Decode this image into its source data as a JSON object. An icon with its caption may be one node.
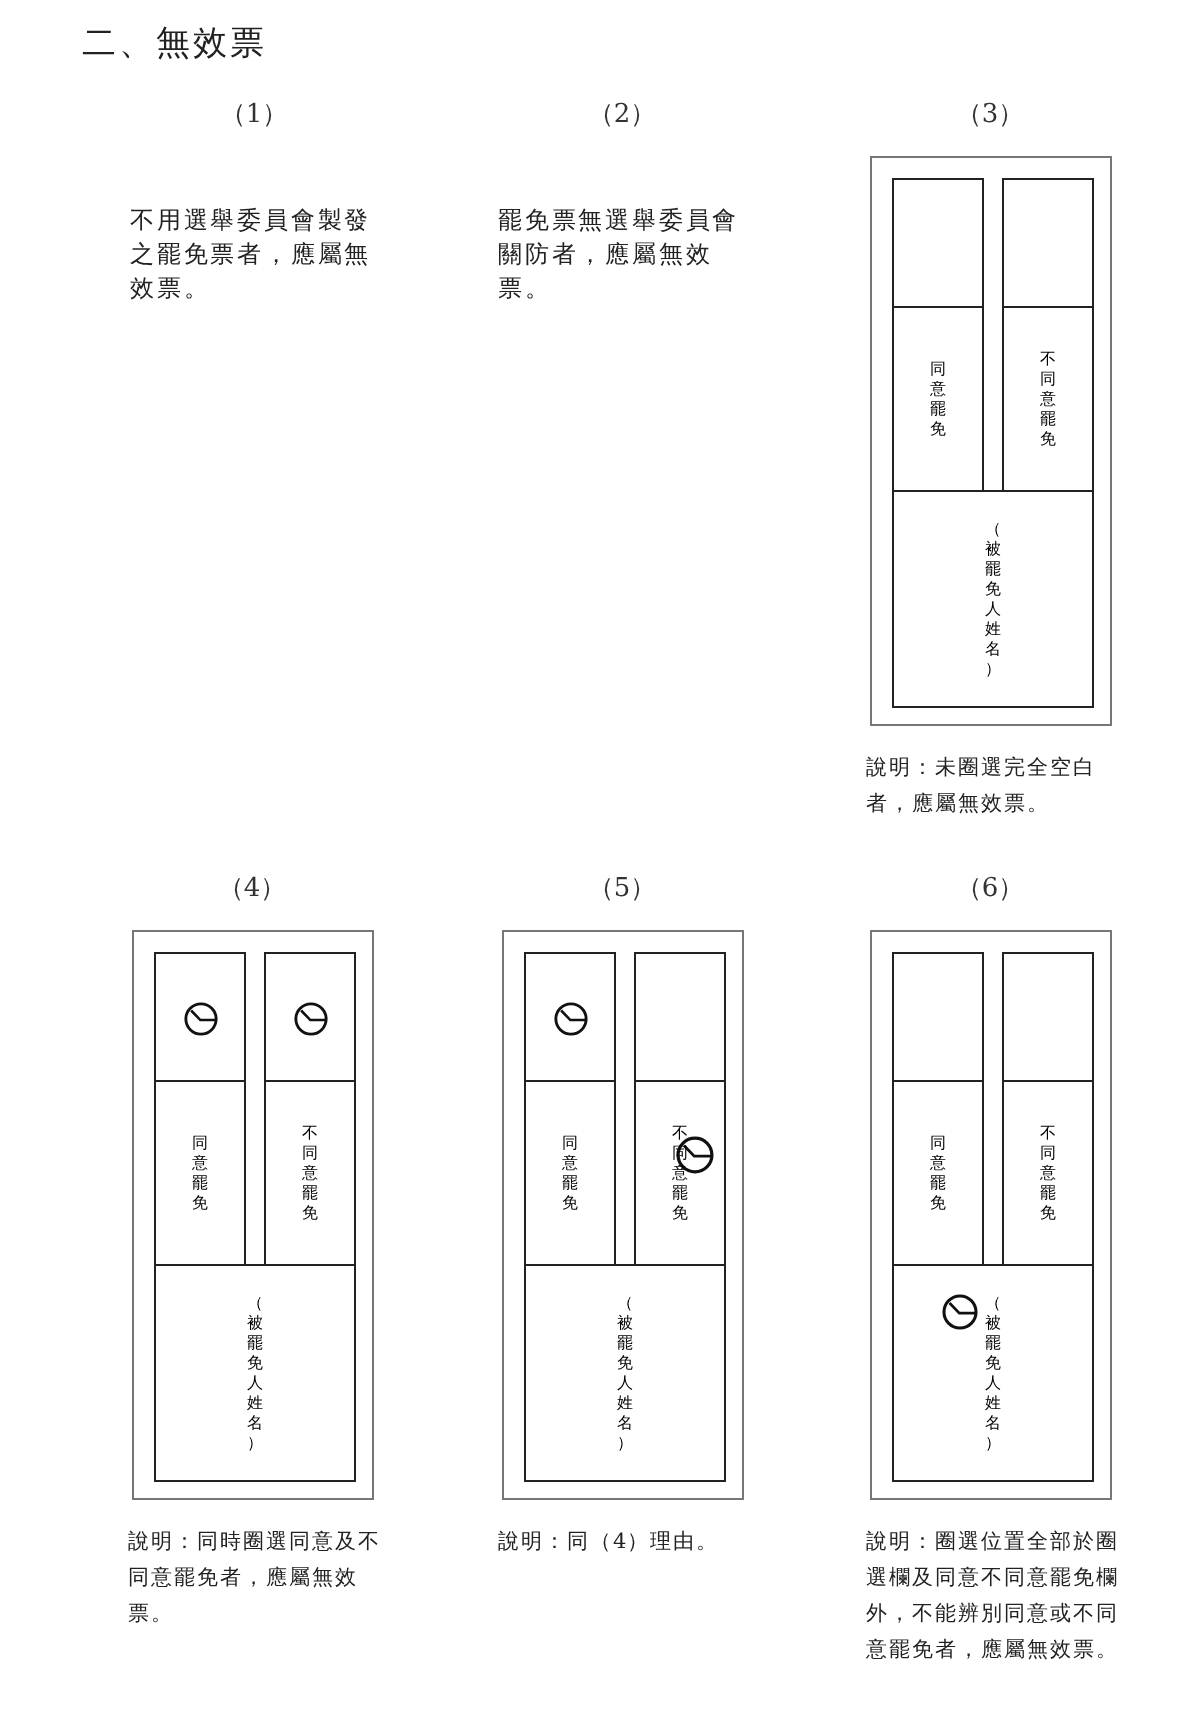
{
  "diagram": {
    "title": "二、無效票",
    "nodes": [
      {
        "text": [
          "（3）"
        ],
        "beside": [
          "說明：未圈選完全空白者，應屬無效票。"
        ]
      },
      {
        "text": [],
        "shape": "box",
        "in": 0
      },
      {
        "text": [],
        "shape": "box",
        "in": 0
      },
      {
        "text": [
          "同意罷免"
        ],
        "in": 0
      },
      {
        "text": [
          "不同意罷免"
        ],
        "in": 0
      },
      {
        "text": [
          "（被罷免人姓名）"
        ],
        "in": 0
      },
      {
        "text": [
          "（4）"
        ],
        "beside": [
          "說明：同時圈選同意及不同意罷免者，應屬無效票。"
        ]
      },
      {
        "text": [],
        "shape": "box",
        "in": 6
      },
      {
        "text": [],
        "shape": "circle",
        "in": 7
      },
      {
        "text": [],
        "shape": "box",
        "in": 6
      },
      {
        "text": [],
        "shape": "circle",
        "in": 9
      },
      {
        "text": [
          "同意罷免"
        ],
        "in": 6
      },
      {
        "text": [
          "不同意罷免"
        ],
        "in": 6
      },
      {
        "text": [
          "（被罷免人姓名）"
        ],
        "in": 6
      },
      {
        "text": [
          "（5）"
        ],
        "beside": [
          "說明：同（4）理由。"
        ]
      },
      {
        "text": [],
        "shape": "box",
        "in": 14
      },
      {
        "text": [],
        "shape": "circle",
        "in": 15
      },
      {
        "text": [],
        "shape": "box",
        "in": 14
      },
      {
        "text": [
          "同意罷免"
        ],
        "in": 14
      },
      {
        "text": [
          "不同意罷免"
        ],
        "in": 14
      },
      {
        "text": [],
        "shape": "circle",
        "in": 19
      },
      {
        "text": [
          "（被罷免人姓名）"
        ],
        "in": 14
      },
      {
        "text": [
          "（6）"
        ],
        "beside": [
          "說明：圈選位置全部於圈選欄及同意不同意罷免欄外，不能辨別同意或不同意罷免者，應屬無效票。"
        ]
      },
      {
        "text": [],
        "shape": "box",
        "in": 22
      },
      {
        "text": [],
        "shape": "box",
        "in": 22
      },
      {
        "text": [
          "同意罷免"
        ],
        "in": 22
      },
      {
        "text": [
          "不同意罷免"
        ],
        "in": 22
      },
      {
        "text": [
          "（被罷免人姓名）"
        ],
        "in": 22
      },
      {
        "text": [],
        "shape": "circle",
        "in": 27
      }
    ],
    "labels": [
      "（1）",
      "（2）",
      "不用選舉委員會製發之罷免票者，應屬無效票。",
      "罷免票無選舉委員會關防者，應屬無效票。"
    ]
  }
}
